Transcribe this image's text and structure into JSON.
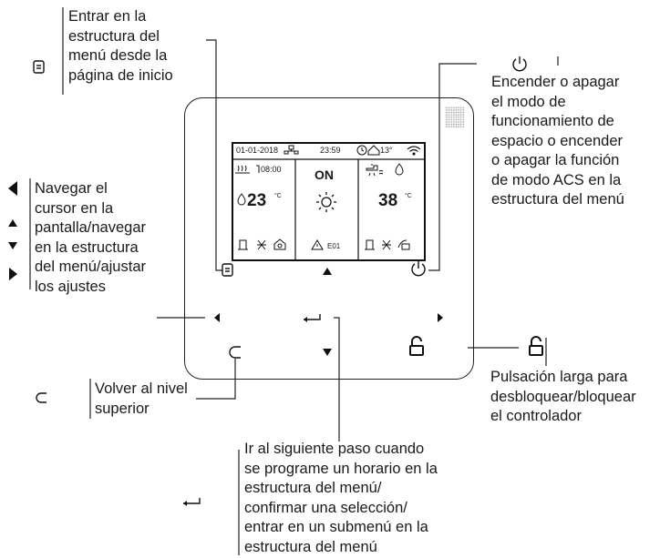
{
  "annotations": {
    "menu": [
      "Entrar en la",
      "estructura del",
      "menú desde la",
      "página de inicio"
    ],
    "power": [
      "Encender o apagar",
      "el modo de",
      "funcionamiento de",
      "espacio o encender",
      "o apagar la función",
      "de modo ACS en la",
      "estructura del menú"
    ],
    "navigate": [
      "Navegar el",
      "cursor en la",
      "pantalla/navegar",
      "en la estructura",
      "del menú/ajustar",
      "los ajustes"
    ],
    "back": [
      "Volver al nivel",
      "superior"
    ],
    "unlock": [
      "Pulsación larga para",
      "desbloquear/bloquear",
      "el controlador"
    ],
    "enter": [
      "Ir al siguiente paso cuando",
      "se programe un horario en la",
      "estructura del menú/",
      "confirmar una selección/",
      "entrar en un submenú en la",
      "estructura del menú"
    ]
  },
  "screen": {
    "date": "01-01-2018",
    "time": "23:59",
    "outdoor_temp": "13°",
    "schedule_time": "08:00",
    "room_temp": "23",
    "room_unit": "°C",
    "mode_status": "ON",
    "dhw_temp": "38",
    "dhw_unit": "°C",
    "error_code": "E01"
  }
}
